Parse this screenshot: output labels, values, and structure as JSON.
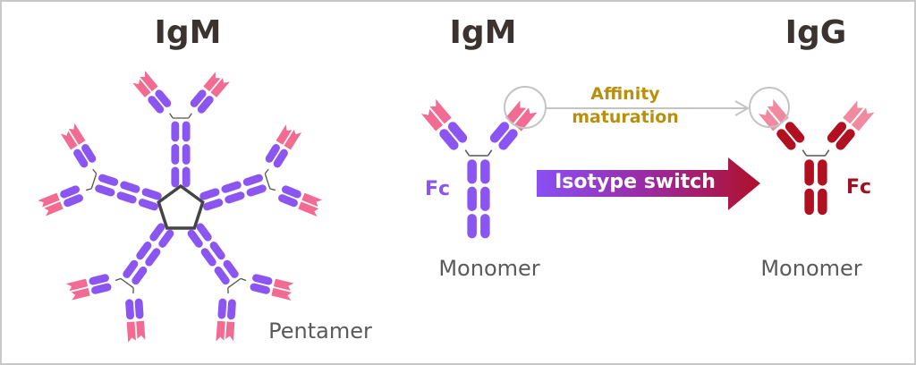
{
  "titles": {
    "left": "IgM",
    "middle": "IgM",
    "right": "IgG"
  },
  "labels": {
    "pentamer": "Pentamer",
    "monomer_igm": "Monomer",
    "monomer_igg": "Monomer",
    "fc_igm": "Fc",
    "fc_igg": "Fc",
    "affinity_line1": "Affinity",
    "affinity_line2": "maturation",
    "isotype_switch": "Isotype switch"
  },
  "colors": {
    "igm_constant": "#8a55f0",
    "igm_variable": "#f26b93",
    "igg_constant": "#b01020",
    "igg_variable": "#f08aa0",
    "affinity_text": "#b8900e"
  }
}
